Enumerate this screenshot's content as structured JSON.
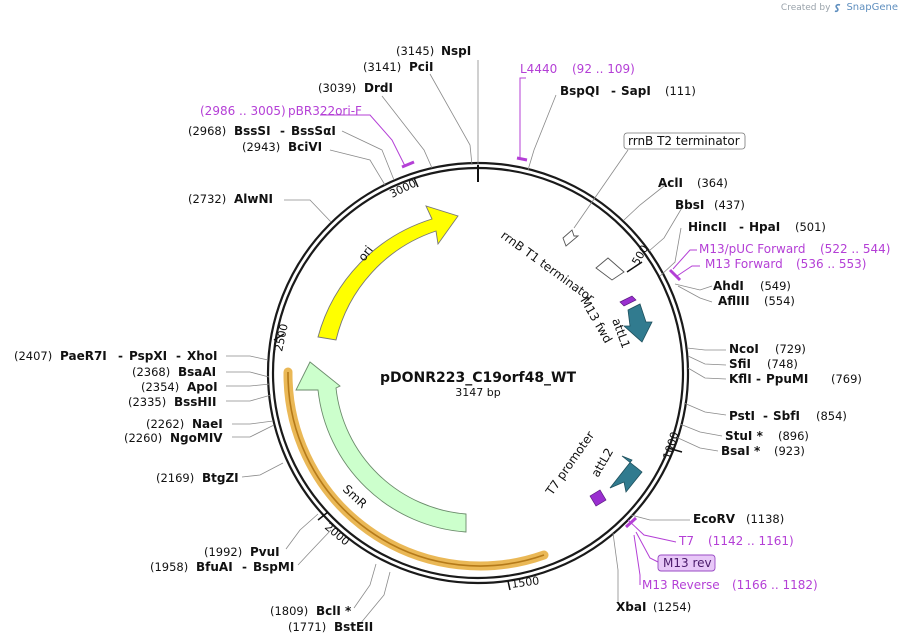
{
  "credit": {
    "prefix": "Created by",
    "brand": "SnapGene"
  },
  "plasmid": {
    "name": "pDONR223_C19orf48_WT",
    "length_label": "3147 bp"
  },
  "ticks": [
    "500",
    "1000",
    "1500",
    "2000",
    "2500",
    "3000"
  ],
  "colors": {
    "ori": "#ffff00",
    "smr": "#ccffcc",
    "att": "#317b8f",
    "primer": "#b43fd6",
    "smr_outline": "#e3a01e"
  },
  "features": {
    "ori": "ori",
    "smr": "SmR",
    "rrnb_t1": "rrnB T1 terminator",
    "rrnb_t2": "rrnB T2 terminator",
    "m13_fwd": "M13 fwd",
    "attl1": "attL1",
    "attl2": "attL2",
    "t7_promoter": "T7 promoter"
  },
  "sites": [
    {
      "key": "nspi",
      "pos": "(3145)",
      "name": "NspI"
    },
    {
      "key": "pcii",
      "pos": "(3141)",
      "name": "PciI"
    },
    {
      "key": "drdi",
      "pos": "(3039)",
      "name": "DrdI"
    },
    {
      "key": "bsssi",
      "pos": "(2968)",
      "name": "BssSI",
      "alt": "BssSαI"
    },
    {
      "key": "bcivi",
      "pos": "(2943)",
      "name": "BciVI"
    },
    {
      "key": "alwni",
      "pos": "(2732)",
      "name": "AlwNI"
    },
    {
      "key": "paer7i",
      "pos": "(2407)",
      "name": "PaeR7I",
      "alt": "PspXI",
      "alt2": "XhoI"
    },
    {
      "key": "bsaai",
      "pos": "(2368)",
      "name": "BsaAI"
    },
    {
      "key": "apoi",
      "pos": "(2354)",
      "name": "ApoI"
    },
    {
      "key": "bsshii",
      "pos": "(2335)",
      "name": "BssHII"
    },
    {
      "key": "naei",
      "pos": "(2262)",
      "name": "NaeI"
    },
    {
      "key": "ngomiv",
      "pos": "(2260)",
      "name": "NgoMIV"
    },
    {
      "key": "btgzi",
      "pos": "(2169)",
      "name": "BtgZI"
    },
    {
      "key": "pvui",
      "pos": "(1992)",
      "name": "PvuI"
    },
    {
      "key": "bfuai",
      "pos": "(1958)",
      "name": "BfuAI",
      "alt": "BspMI"
    },
    {
      "key": "bcli",
      "pos": "(1809)",
      "name": "BclI *"
    },
    {
      "key": "bsteii",
      "pos": "(1771)",
      "name": "BstEII"
    },
    {
      "key": "bspqi",
      "pos": "(111)",
      "name": "BspQI",
      "alt": "SapI"
    },
    {
      "key": "acli",
      "pos": "(364)",
      "name": "AclI"
    },
    {
      "key": "bbsi",
      "pos": "(437)",
      "name": "BbsI"
    },
    {
      "key": "hincii",
      "pos": "(501)",
      "name": "HincII",
      "alt": "HpaI"
    },
    {
      "key": "ahdi",
      "pos": "(549)",
      "name": "AhdI"
    },
    {
      "key": "afliii",
      "pos": "(554)",
      "name": "AflIII"
    },
    {
      "key": "ncoi",
      "pos": "(729)",
      "name": "NcoI"
    },
    {
      "key": "sfii",
      "pos": "(748)",
      "name": "SfiI"
    },
    {
      "key": "kfli",
      "pos": "(769)",
      "name": "KflI",
      "alt": "PpuMI"
    },
    {
      "key": "psti",
      "pos": "(854)",
      "name": "PstI",
      "alt": "SbfI"
    },
    {
      "key": "stui",
      "pos": "(896)",
      "name": "StuI *"
    },
    {
      "key": "bsai",
      "pos": "(923)",
      "name": "BsaI *"
    },
    {
      "key": "ecorv",
      "pos": "(1138)",
      "name": "EcoRV"
    },
    {
      "key": "xbai",
      "pos": "(1254)",
      "name": "XbaI"
    }
  ],
  "primers": [
    {
      "key": "l4440",
      "name": "L4440",
      "range": "(92 .. 109)"
    },
    {
      "key": "pbr322",
      "name": "pBR322ori-F",
      "range": "(2986 .. 3005)"
    },
    {
      "key": "m13puc",
      "name": "M13/pUC Forward",
      "range": "(522 .. 544)"
    },
    {
      "key": "m13fwd",
      "name": "M13 Forward",
      "range": "(536 .. 553)"
    },
    {
      "key": "t7",
      "name": "T7",
      "range": "(1142 .. 1161)"
    },
    {
      "key": "m13rev",
      "name": "M13 rev"
    },
    {
      "key": "m13reverse",
      "name": "M13 Reverse",
      "range": "(1166 .. 1182)"
    }
  ]
}
